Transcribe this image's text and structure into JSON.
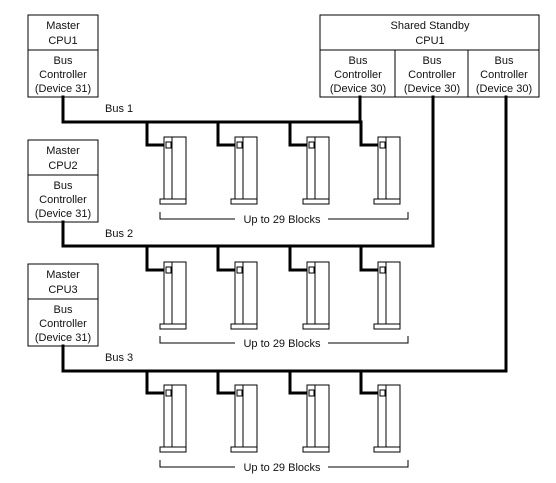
{
  "masters": [
    {
      "title": [
        "Master",
        "CPU1"
      ],
      "controller": [
        "Bus",
        "Controller",
        "(Device 31)"
      ]
    },
    {
      "title": [
        "Master",
        "CPU2"
      ],
      "controller": [
        "Bus",
        "Controller",
        "(Device 31)"
      ]
    },
    {
      "title": [
        "Master",
        "CPU3"
      ],
      "controller": [
        "Bus",
        "Controller",
        "(Device 31)"
      ]
    }
  ],
  "standby": {
    "title": [
      "Shared Standby",
      "CPU1"
    ],
    "controllers": [
      [
        "Bus",
        "Controller",
        "(Device 30)"
      ],
      [
        "Bus",
        "Controller",
        "(Device 30)"
      ],
      [
        "Bus",
        "Controller",
        "(Device 30)"
      ]
    ]
  },
  "buses": [
    {
      "label": "Bus 1",
      "blocks_label": "Up to 29 Blocks"
    },
    {
      "label": "Bus 2",
      "blocks_label": "Up to 29 Blocks"
    },
    {
      "label": "Bus 3",
      "blocks_label": "Up to 29 Blocks"
    }
  ],
  "colors": {
    "line": "#000000",
    "box_border": "#000000",
    "module_fill": "#ffffff"
  }
}
